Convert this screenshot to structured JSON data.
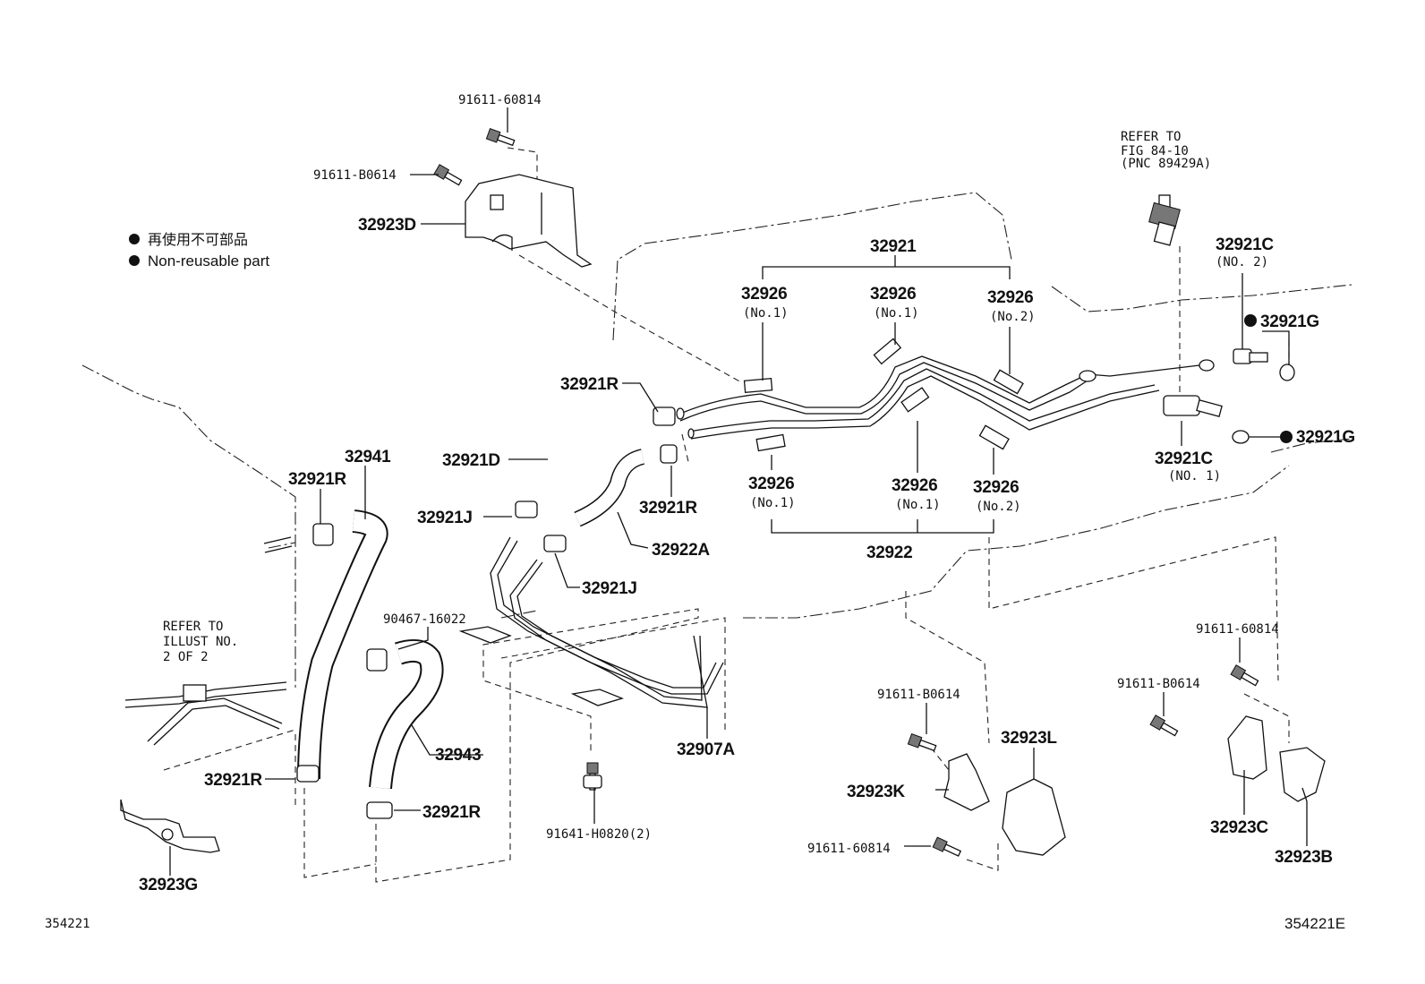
{
  "legend": {
    "jp": "再使用不可部品",
    "en": "Non-reusable part"
  },
  "refs": {
    "fig_line1": "REFER TO",
    "fig_line2": "FIG 84-10",
    "fig_line3": "(PNC 89429A)",
    "illust_line1": "REFER TO",
    "illust_line2": "ILLUST NO.",
    "illust_line3": "2 OF 2"
  },
  "labels": {
    "p91611_60814_top": "91611-60814",
    "p91611_b0614_top": "91611-B0614",
    "p32923d": "32923D",
    "p32921": "32921",
    "p32926_a": "32926",
    "p32926_a_sub": "(No.1)",
    "p32926_b": "32926",
    "p32926_b_sub": "(No.1)",
    "p32926_c": "32926",
    "p32926_c_sub": "(No.2)",
    "p32921c_no2": "32921C",
    "p32921c_no2_sub": "(NO. 2)",
    "p32921g_top": "32921G",
    "p32921g_bot": "32921G",
    "p32921c_no1": "32921C",
    "p32921c_no1_sub": "(NO. 1)",
    "p32921r_a": "32921R",
    "p32921d": "32921D",
    "p32921r_b": "32921R",
    "p32921j_a": "32921J",
    "p32922a": "32922A",
    "p32921j_b": "32921J",
    "p32941": "32941",
    "p32921r_c": "32921R",
    "p32926_d": "32926",
    "p32926_d_sub": "(No.1)",
    "p32926_e": "32926",
    "p32926_e_sub": "(No.1)",
    "p32926_f": "32926",
    "p32926_f_sub": "(No.2)",
    "p32922": "32922",
    "p90467": "90467-16022",
    "p32907a": "32907A",
    "p32943": "32943",
    "p32921r_d": "32921R",
    "p32921r_e": "32921R",
    "p32923g": "32923G",
    "p91641": "91641-H0820(2)",
    "p91611_b0614_mid": "91611-B0614",
    "p32923l": "32923L",
    "p32923k": "32923K",
    "p91611_60814_bot": "91611-60814",
    "p91611_60814_right": "91611-60814",
    "p91611_b0614_right": "91611-B0614",
    "p32923c": "32923C",
    "p32923b": "32923B"
  },
  "footer": {
    "left_id": "354221",
    "right_id": "354221E"
  }
}
